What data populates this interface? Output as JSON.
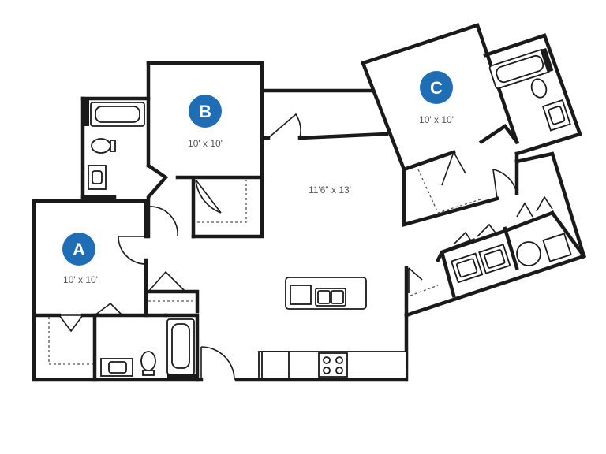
{
  "rooms": {
    "bedroom_a": {
      "letter": "A",
      "size": "10' x 10'"
    },
    "bedroom_b": {
      "letter": "B",
      "size": "10' x 10'"
    },
    "bedroom_c": {
      "letter": "C",
      "size": "10' x 10'"
    },
    "living": {
      "size": "11'6\" x 13'"
    }
  },
  "colors": {
    "badge": "#1f6db5",
    "wall": "#1a1a1a",
    "label": "#555555"
  }
}
